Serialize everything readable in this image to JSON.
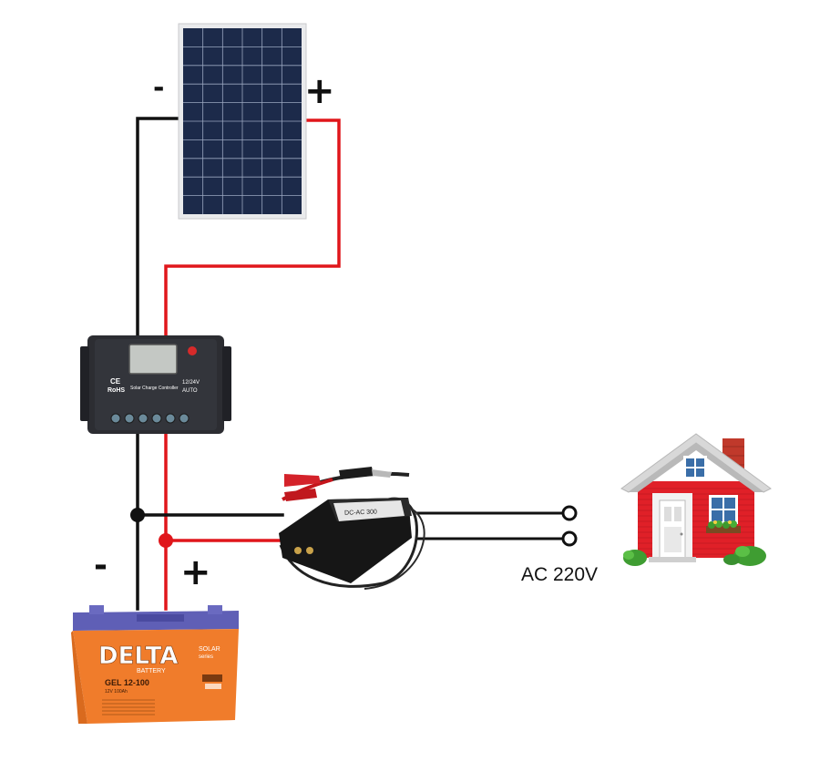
{
  "panel": {
    "minus_label": "-",
    "plus_label": "+"
  },
  "battery": {
    "minus_label": "-",
    "plus_label": "+",
    "brand": "DELTA",
    "brand_sub": "BATTERY",
    "model": "GEL 12-100",
    "spec": "12V 100Ah",
    "series": "SOLAR",
    "series_sub": "series"
  },
  "controller": {
    "ce_text": "CE",
    "rohs_text": "RoHS",
    "title_text": "Solar Charge Controller",
    "voltage_text": "12/24V",
    "auto_text": "AUTO"
  },
  "inverter": {
    "label_text": "DC-AC 300"
  },
  "output": {
    "ac_label": "AC 220V"
  },
  "colors": {
    "positive_wire": "#e0161b",
    "negative_wire": "#111111",
    "battery_case": "#f07c2b",
    "house_wall": "#e02028",
    "roof": "#d8d8d8"
  }
}
